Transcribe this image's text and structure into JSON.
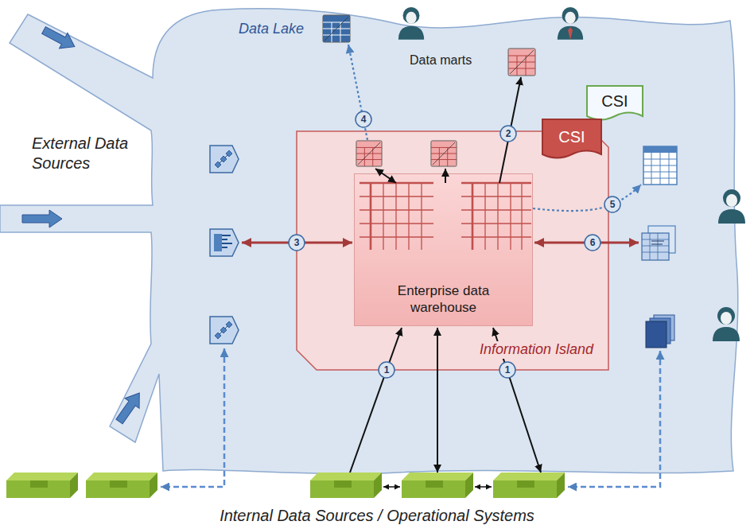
{
  "diagram": {
    "nodes": [
      {
        "text": [
          "Data Lake"
        ]
      },
      {
        "text": [
          "CSI"
        ],
        "in": 0
      },
      {
        "text": [
          "Information Island"
        ],
        "in": 0
      },
      {
        "text": [
          "CSI"
        ],
        "in": 2
      },
      {
        "text": [
          "Enterprise data warehouse"
        ],
        "in": 2
      }
    ],
    "labels": [
      "External Data Sources",
      "Data marts",
      "4",
      "2",
      "5",
      "3",
      "6",
      "1",
      "1",
      "Internal Data Sources / Operational Systems"
    ]
  }
}
